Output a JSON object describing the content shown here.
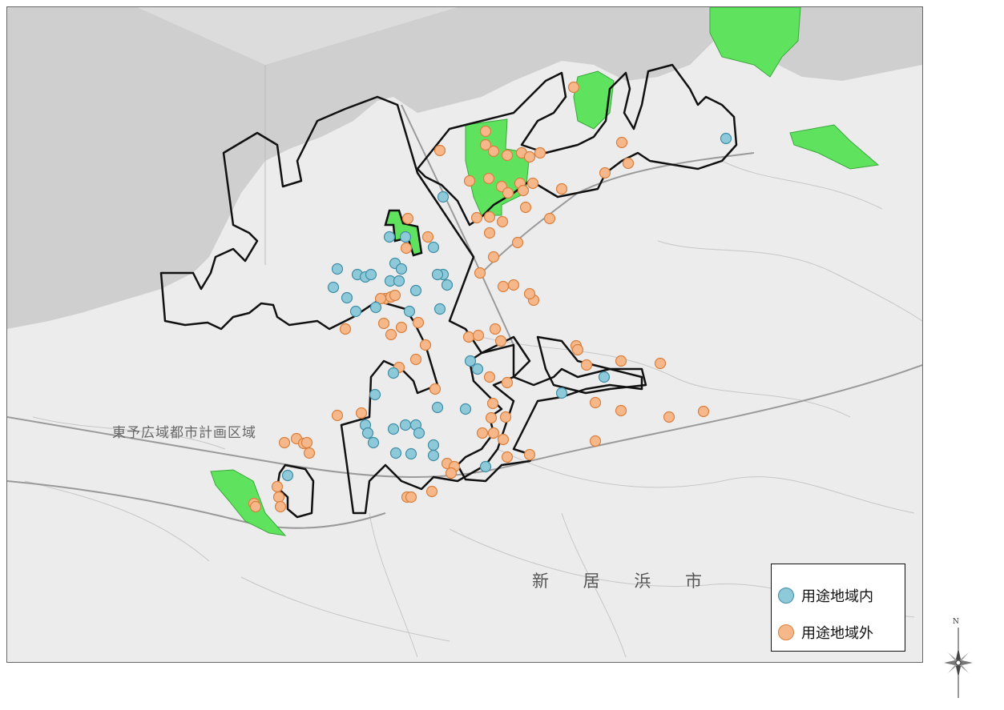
{
  "map": {
    "city_label": "新 居 浜 市",
    "planning_area_label": "東予広域都市計画区域",
    "colors": {
      "inside": "#8ec9d9",
      "inside_stroke": "#3f8ea6",
      "outside": "#f6b88a",
      "outside_stroke": "#d9803e",
      "green_zone": "#5fe35f",
      "boundary": "#111111",
      "sea": "#cfcfcf",
      "land": "#ececec"
    }
  },
  "legend": {
    "items": [
      {
        "label": "用途地域内",
        "color": "#8ec9d9"
      },
      {
        "label": "用途地域外",
        "color": "#f6b88a"
      }
    ]
  },
  "compass": {
    "north_label": "N"
  }
}
